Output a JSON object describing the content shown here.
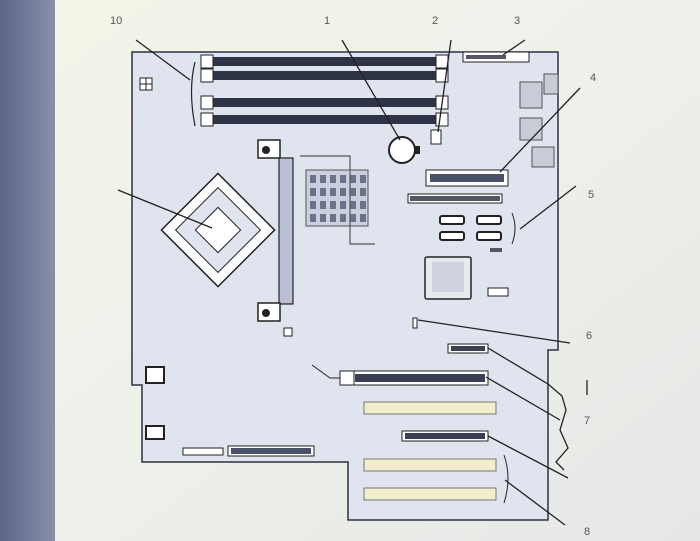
{
  "diagram": {
    "callouts": [
      "1",
      "2",
      "3",
      "4",
      "5",
      "6",
      "7",
      "8",
      "10"
    ]
  }
}
